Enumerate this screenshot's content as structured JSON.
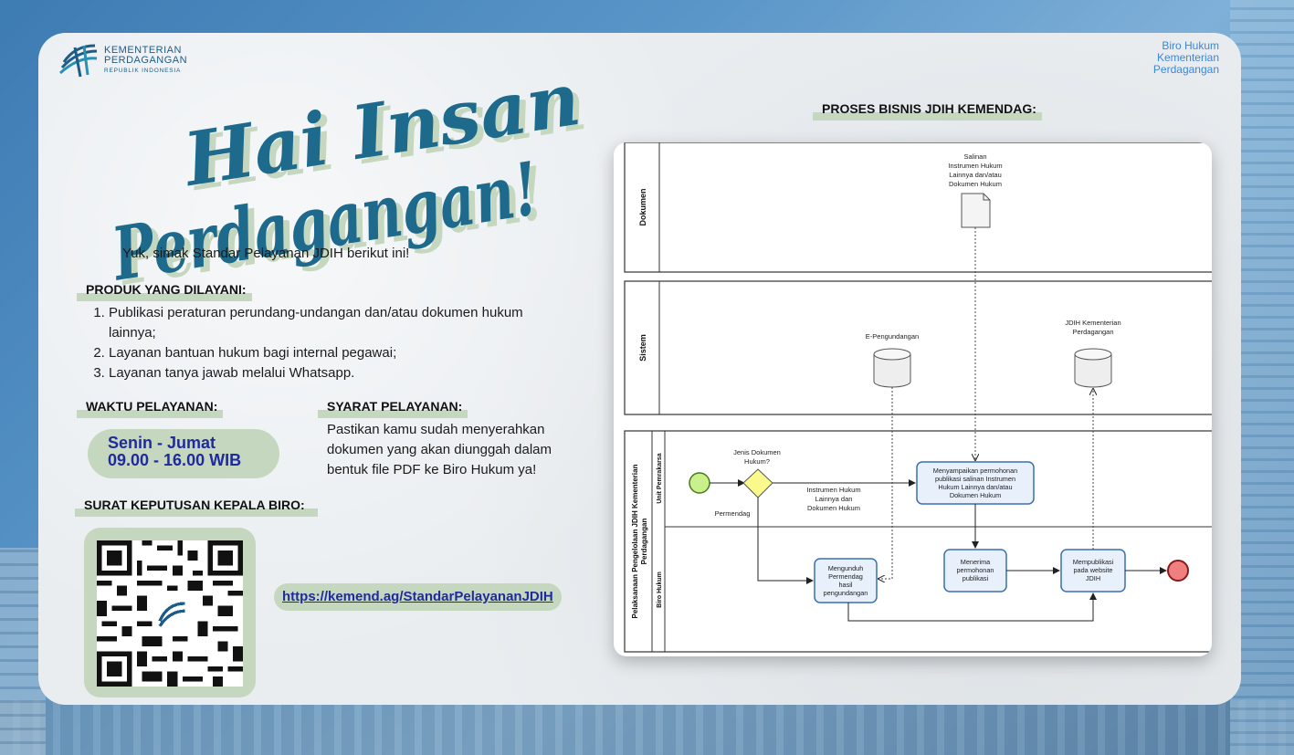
{
  "brand": {
    "line1": "KEMENTERIAN",
    "line2": "PERDAGANGAN",
    "line3": "REPUBLIK INDONESIA"
  },
  "corner": {
    "line1": "Biro Hukum",
    "line2": "Kementerian",
    "line3": "Perdagangan"
  },
  "headline": {
    "line1": "Hai Insan",
    "line2": "Perdagangan!"
  },
  "subtitle": "Yuk, simak Standar Pelayanan JDIH berikut ini!",
  "produk": {
    "title": "PRODUK YANG DILAYANI:",
    "items": [
      "Publikasi peraturan perundang-undangan dan/atau dokumen hukum lainnya;",
      "Layanan bantuan hukum bagi internal pegawai;",
      "Layanan tanya jawab melalui Whatsapp."
    ]
  },
  "waktu": {
    "title": "WAKTU PELAYANAN:",
    "days": "Senin - Jumat",
    "hours": "09.00 - 16.00 WIB"
  },
  "syarat": {
    "title": "SYARAT PELAYANAN:",
    "text": "Pastikan kamu sudah menyerahkan dokumen yang akan diunggah dalam bentuk file PDF ke Biro Hukum ya!"
  },
  "surat": {
    "title": "SURAT KEPUTUSAN KEPALA BIRO:",
    "link": "https://kemend.ag/StandarPelayananJDIH"
  },
  "process": {
    "title": "PROSES BISNIS JDIH KEMENDAG:",
    "lanes": {
      "dokumen": "Dokumen",
      "sistem": "Sistem",
      "pool": "Pelaksanaan Pengelolaan JDIH Kementerian Perdagangan",
      "unit": "Unit Pemrakarsa",
      "biro": "Biro Hukum"
    },
    "nodes": {
      "doc": [
        "Salinan",
        "Instrumen Hukum",
        "Lainnya dan/atau",
        "Dokumen Hukum"
      ],
      "db1": "E-Pengundangan",
      "db2": [
        "JDIH Kementerian",
        "Perdagangan"
      ],
      "gateway": [
        "Jenis Dokumen",
        "Hukum?"
      ],
      "flow1": [
        "Instrumen Hukum",
        "Lainnya dan",
        "Dokumen Hukum"
      ],
      "flow2": "Permendag",
      "task1": [
        "Menyampaikan permohonan",
        "publikasi salinan Instrumen",
        "Hukum Lainnya dan/atau",
        "Dokumen Hukum"
      ],
      "task2": [
        "Mengunduh",
        "Permendag",
        "hasil",
        "pengundangan"
      ],
      "task3": [
        "Menerima",
        "permohonan",
        "publikasi"
      ],
      "task4": [
        "Mempublikasi",
        "pada website",
        "JDIH"
      ]
    }
  },
  "colors": {
    "accent": "#1d5c87",
    "highlight": "#c6d7c0",
    "link": "#1f2a9e",
    "corner": "#3d86d8",
    "task": "#e8f0fb",
    "taskBorder": "#3a6fb0",
    "start": "#c8f08c",
    "end": "#f08080",
    "gateway": "#fafa8c"
  }
}
